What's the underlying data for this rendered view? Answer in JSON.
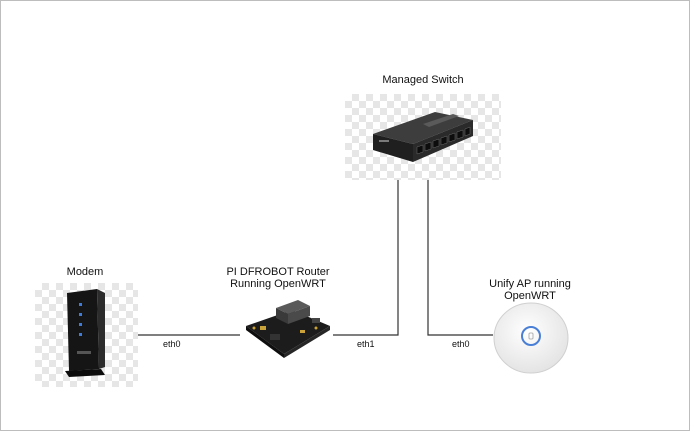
{
  "nodes": {
    "switch": {
      "label": "Managed Switch"
    },
    "modem": {
      "label": "Modem"
    },
    "router": {
      "label_line1": "PI DFROBOT Router",
      "label_line2": "Running OpenWRT"
    },
    "ap": {
      "label_line1": "Unify AP running",
      "label_line2": "OpenWRT"
    }
  },
  "links": {
    "modem_router": "eth0",
    "router_switch": "eth1",
    "switch_ap": "eth0"
  },
  "icons": {
    "switch": "network-switch-icon",
    "modem": "cable-modem-icon",
    "router": "router-board-icon",
    "ap": "wireless-access-point-icon"
  },
  "colors": {
    "line": "#333333",
    "checker": "#e6e6e6",
    "ap_ring": "#4a7fd6"
  }
}
